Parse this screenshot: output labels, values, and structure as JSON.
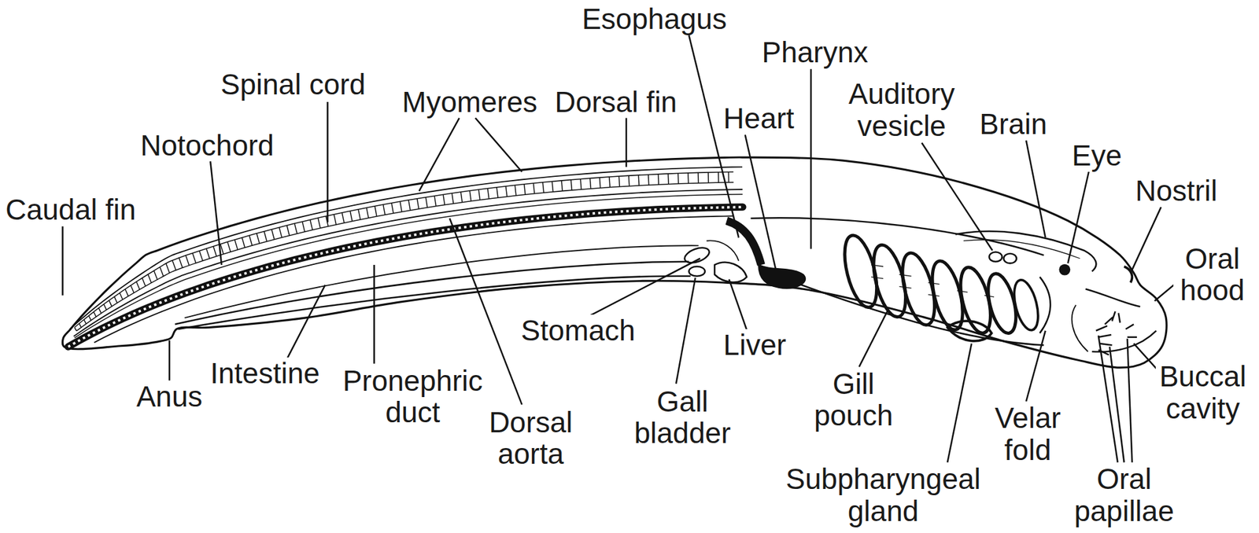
{
  "diagram": {
    "labels": [
      "Esophagus",
      "Pharynx",
      "Spinal cord",
      "Myomeres",
      "Dorsal fin",
      "Heart",
      "Auditory vesicle",
      "Brain",
      "Notochord",
      "Eye",
      "Nostril",
      "Caudal fin",
      "Oral hood",
      "Stomach",
      "Liver",
      "Intestine",
      "Buccal cavity",
      "Anus",
      "Pronephric duct",
      "Gall bladder",
      "Gill pouch",
      "Dorsal aorta",
      "Velar fold",
      "Subpharyngeal gland",
      "Oral papillae"
    ]
  }
}
